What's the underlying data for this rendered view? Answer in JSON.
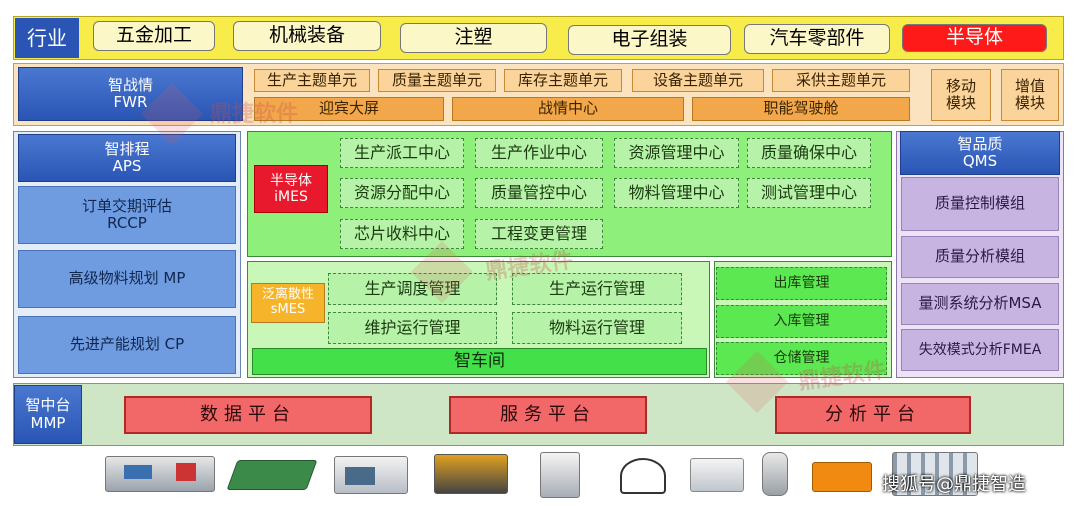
{
  "industry": {
    "label": "行业",
    "items": [
      "五金加工",
      "机械装备",
      "注塑",
      "电子组装",
      "汽车零部件",
      "半导体"
    ]
  },
  "fwr": {
    "title": "智战情",
    "sub": "FWR",
    "row1": [
      "生产主题单元",
      "质量主题单元",
      "库存主题单元",
      "设备主题单元",
      "采供主题单元"
    ],
    "row2": [
      "迎宾大屏",
      "战情中心",
      "职能驾驶舱"
    ],
    "side": [
      [
        "移动",
        "模块"
      ],
      [
        "增值",
        "模块"
      ]
    ]
  },
  "aps": {
    "title": "智排程",
    "sub": "APS",
    "modules": [
      [
        "订单交期评估",
        "RCCP"
      ],
      [
        "高级物料规划 MP"
      ],
      [
        "先进产能规划 CP"
      ]
    ]
  },
  "imes": {
    "tag1": "半导体",
    "tag2": "iMES",
    "cells": [
      "生产派工中心",
      "生产作业中心",
      "资源管理中心",
      "质量确保中心",
      "资源分配中心",
      "质量管控中心",
      "物料管理中心",
      "测试管理中心",
      "芯片收料中心",
      "工程变更管理"
    ]
  },
  "smes": {
    "tag1": "泛离散性",
    "tag2": "sMES",
    "cells": [
      "生产调度管理",
      "生产运行管理",
      "维护运行管理",
      "物料运行管理"
    ],
    "bar": "智车间"
  },
  "wms": {
    "cells": [
      "出库管理",
      "入库管理",
      "仓储管理"
    ]
  },
  "qms": {
    "title": "智品质",
    "sub": "QMS",
    "modules": [
      "质量控制模组",
      "质量分析模组",
      "量测系统分析MSA",
      "失效模式分析FMEA"
    ]
  },
  "mmp": {
    "title": "智中台",
    "sub": "MMP",
    "platforms": [
      "数据平台",
      "服务平台",
      "分析平台"
    ]
  },
  "watermark": "鼎捷软件",
  "credit": "搜狐号@鼎捷智造",
  "colors": {
    "industry_bg": "#f7ec4a",
    "fwr_bg": "#fbe3c0",
    "imes_bg": "#8ef07a",
    "smes_bg": "#c9f7b8",
    "mmp_bg": "#cfe6c6",
    "highlight_red": "#ff1a1a"
  }
}
